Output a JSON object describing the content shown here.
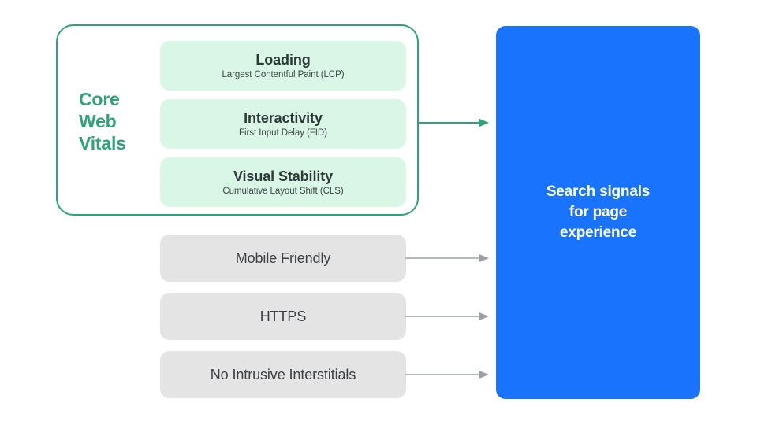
{
  "diagram": {
    "core_web_vitals": {
      "group_label_lines": [
        "Core",
        "Web",
        "Vitals"
      ],
      "border_color": "#2ea37a",
      "label_color": "#2ea37a",
      "pill_color": "#d9f6e7",
      "vitals": [
        {
          "title": "Loading",
          "subtitle": "Largest Contentful Paint (LCP)",
          "metric_abbr": "LCP"
        },
        {
          "title": "Interactivity",
          "subtitle": "First Input Delay (FID)",
          "metric_abbr": "FID"
        },
        {
          "title": "Visual Stability",
          "subtitle": "Cumulative Layout Shift (CLS)",
          "metric_abbr": "CLS"
        }
      ]
    },
    "other_signals": {
      "box_color": "#e4e4e5",
      "text_color": "#3c4043",
      "items": [
        {
          "label": "Mobile Friendly"
        },
        {
          "label": "HTTPS"
        },
        {
          "label": "No Intrusive Interstitials"
        }
      ]
    },
    "arrows": {
      "green_color": "#2ea37a",
      "gray_color": "#9aa0a6"
    },
    "outcome_panel": {
      "color": "#1a73fd",
      "text_color": "#ffffff",
      "lines": [
        "Search signals",
        "for page",
        "experience"
      ]
    }
  }
}
